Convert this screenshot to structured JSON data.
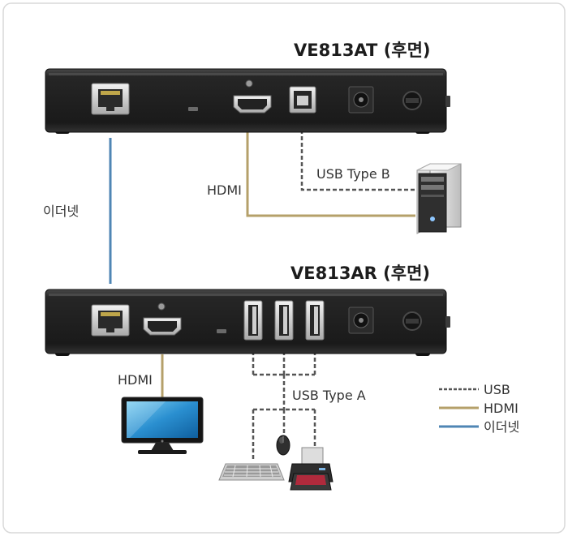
{
  "transmitter": {
    "title": "VE813AT (후면)"
  },
  "receiver": {
    "title": "VE813AR (후면)"
  },
  "labels": {
    "hdmi_top": "HDMI",
    "usb_type_b": "USB Type B",
    "ethernet": "이더넷",
    "hdmi_bottom": "HDMI",
    "usb_type_a": "USB Type A"
  },
  "legend": {
    "items": [
      {
        "label": "USB",
        "color": "#555555",
        "style": "dashed"
      },
      {
        "label": "HDMI",
        "color": "#b5a06a",
        "style": "solid"
      },
      {
        "label": "이더넷",
        "color": "#4f86b4",
        "style": "solid"
      }
    ]
  },
  "colors": {
    "ethernet_cable": "#4f86b4",
    "hdmi_cable": "#b5a06a",
    "usb_cable": "#555555",
    "device_body": "#1e1e1e"
  },
  "icons": {
    "computer": "desktop-tower-icon",
    "monitor": "lcd-monitor-icon",
    "keyboard": "keyboard-icon",
    "mouse": "mouse-icon",
    "printer": "printer-icon"
  }
}
